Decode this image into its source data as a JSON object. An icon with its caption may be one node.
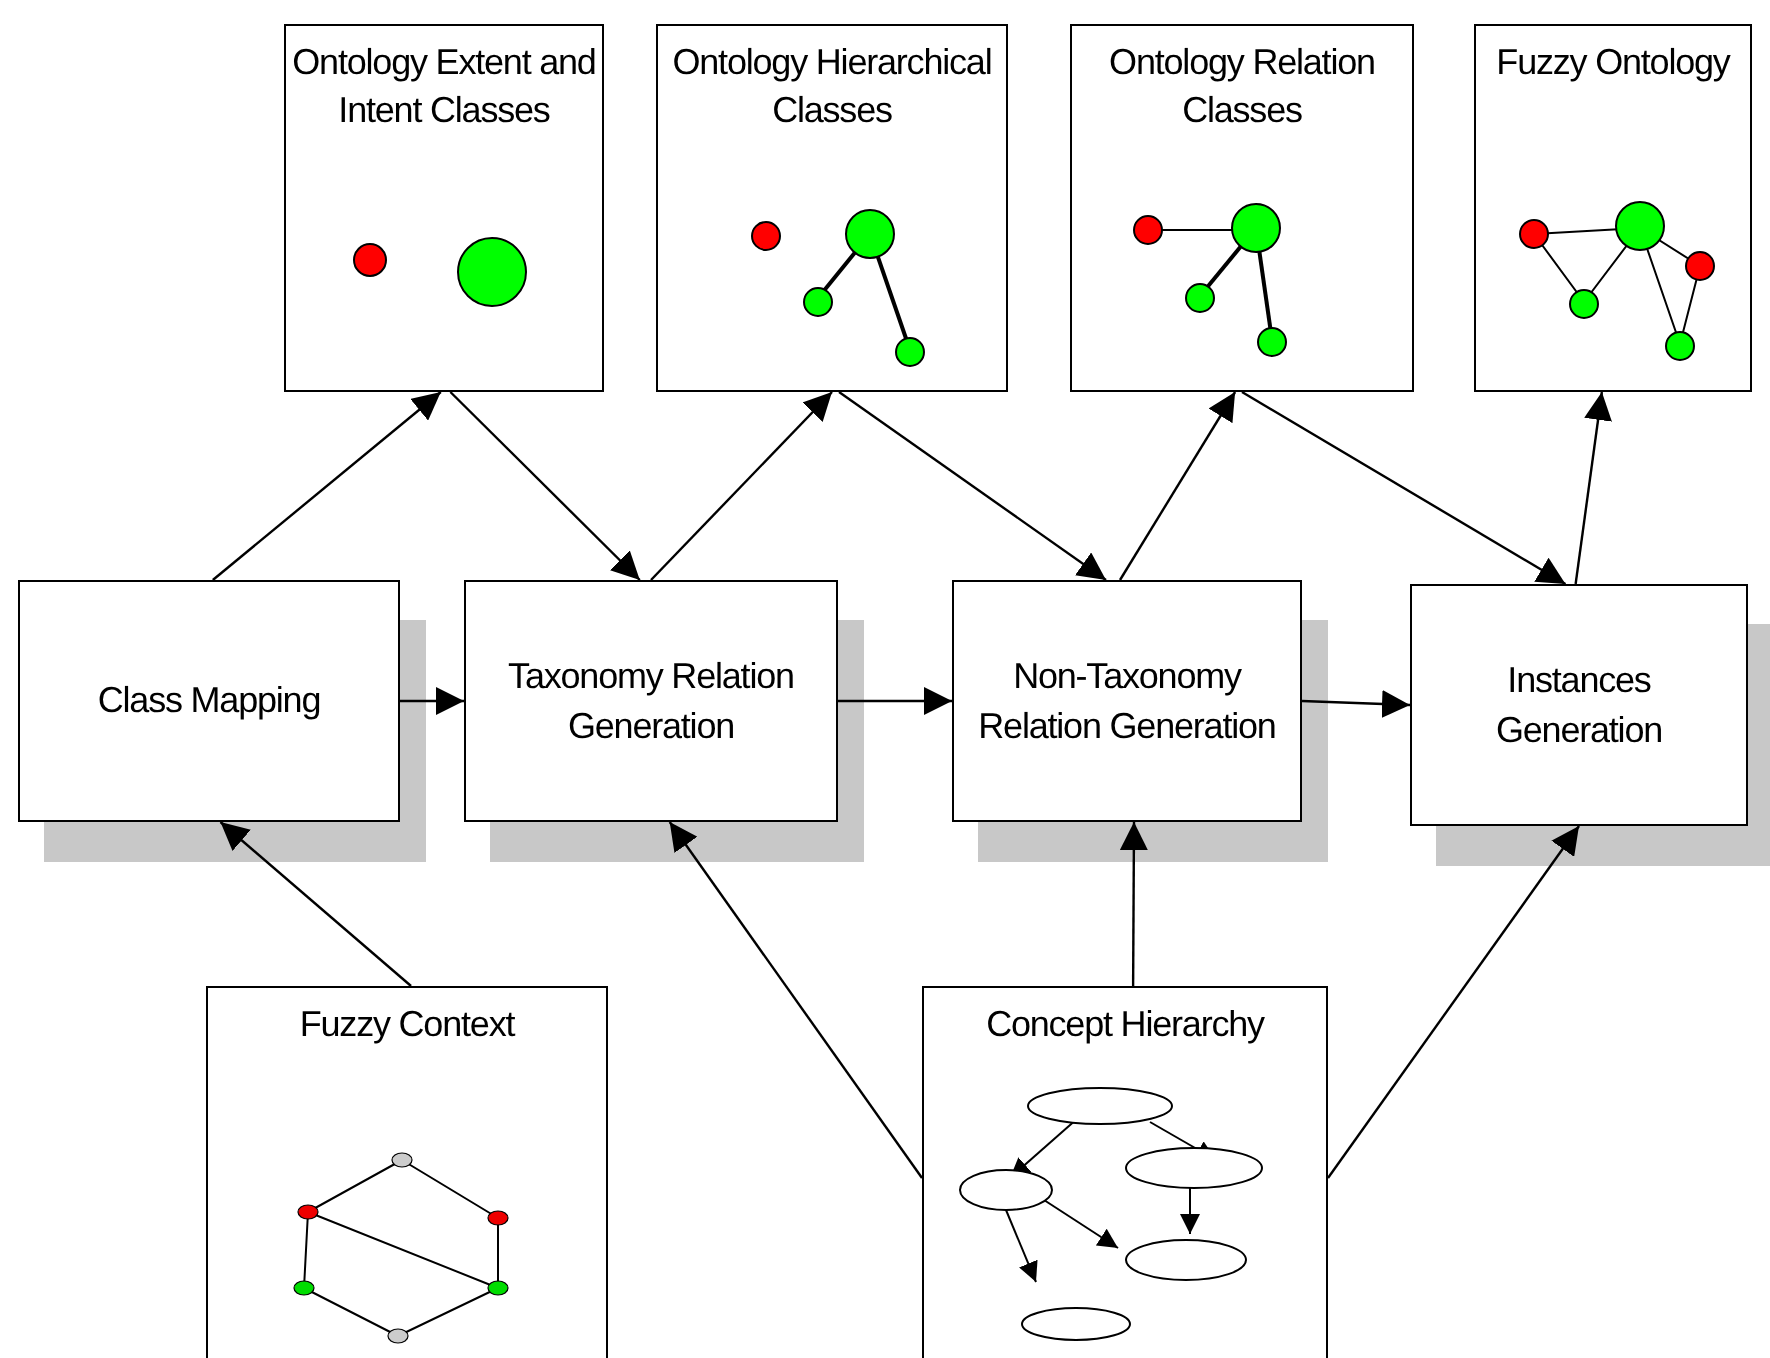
{
  "diagram": {
    "nodes": [
      {
        "text": [
          "Ontology Extent and Intent Classes"
        ]
      },
      {
        "text": [
          "Ontology Hierarchical Classes"
        ]
      },
      {
        "text": [
          "Ontology Relation Classes"
        ]
      },
      {
        "text": [
          "Fuzzy Ontology"
        ]
      },
      {
        "text": [
          "Class Mapping"
        ]
      },
      {
        "text": [
          "Taxonomy Relation Generation"
        ]
      },
      {
        "text": [
          "Non-Taxonomy Relation Generation"
        ]
      },
      {
        "text": [
          "Instances Generation"
        ]
      },
      {
        "text": [
          "Fuzzy Context"
        ]
      },
      {
        "text": [
          "Concept Hierarchy"
        ]
      }
    ],
    "edges": [
      {
        "from": 4,
        "to": 0,
        "arrow": "to"
      },
      {
        "from": 0,
        "to": 5,
        "arrow": "to"
      },
      {
        "from": 5,
        "to": 1,
        "arrow": "to"
      },
      {
        "from": 1,
        "to": 6,
        "arrow": "to"
      },
      {
        "from": 6,
        "to": 2,
        "arrow": "to"
      },
      {
        "from": 2,
        "to": 7,
        "arrow": "to"
      },
      {
        "from": 7,
        "to": 3,
        "arrow": "to"
      },
      {
        "from": 4,
        "to": 5,
        "arrow": "to"
      },
      {
        "from": 5,
        "to": 6,
        "arrow": "to"
      },
      {
        "from": 6,
        "to": 7,
        "arrow": "to"
      },
      {
        "from": 8,
        "to": 4,
        "arrow": "to"
      },
      {
        "from": 9,
        "to": 5,
        "arrow": "to"
      },
      {
        "from": 9,
        "to": 6,
        "arrow": "to"
      },
      {
        "from": 9,
        "to": 7,
        "arrow": "to"
      }
    ]
  }
}
